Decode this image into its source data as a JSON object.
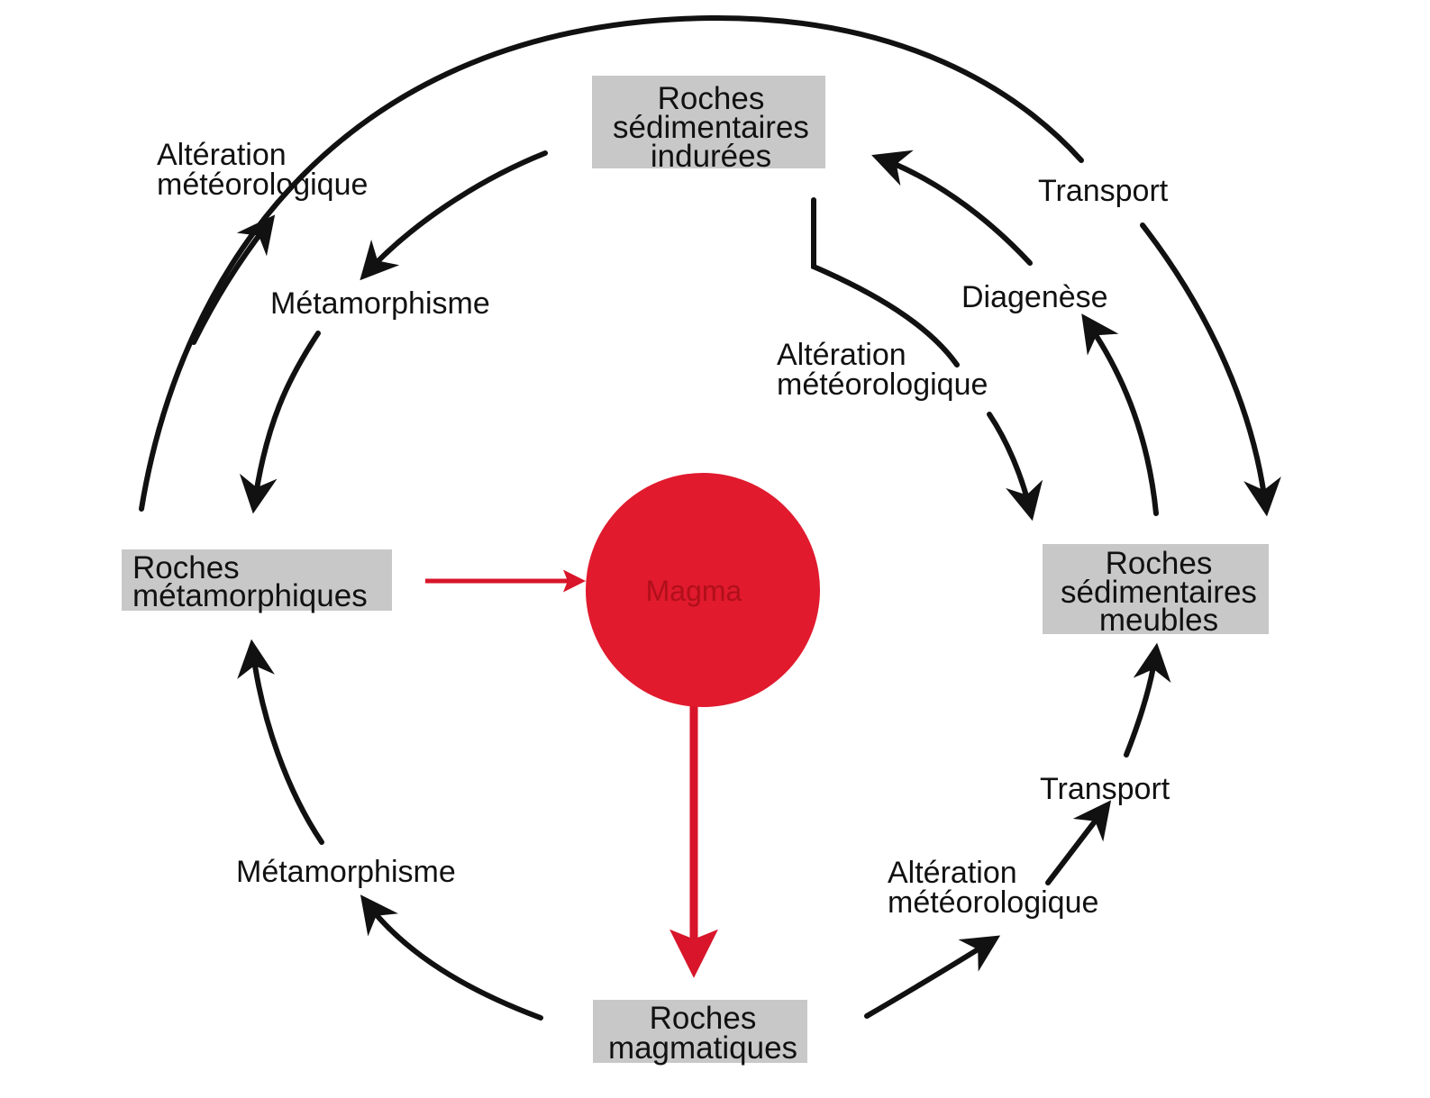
{
  "colors": {
    "magma": "#e11a2e",
    "arrow": "#111111",
    "red_arrow": "#d8152a",
    "box": "#c8c8c8"
  },
  "boxes": {
    "sedimentaires_indurees": [
      "Roches",
      "sédimentaires",
      "indurées"
    ],
    "metamorphiques": [
      "Roches",
      "métamorphiques"
    ],
    "sedimentaires_meubles": [
      "Roches",
      "sédimentaires",
      "meubles"
    ],
    "magmatiques": [
      "Roches",
      "magmatiques"
    ]
  },
  "center": {
    "label": "Magma"
  },
  "labels": {
    "alteration_top_left": [
      "Altération",
      "météorologique"
    ],
    "metamorphisme_top": "Métamorphisme",
    "transport_top_right": "Transport",
    "diagenese": "Diagenèse",
    "alteration_center_right": [
      "Altération",
      "météorologique"
    ],
    "transport_bottom_right": "Transport",
    "alteration_bottom_right": [
      "Altération",
      "météorologique"
    ],
    "metamorphisme_bottom": "Métamorphisme"
  }
}
